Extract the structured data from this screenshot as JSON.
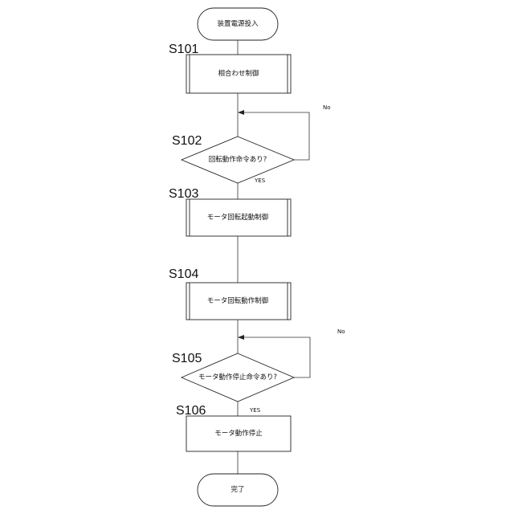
{
  "flowchart": {
    "start": {
      "text": "装置電源投入"
    },
    "s101": {
      "label": "S101",
      "text": "相合わせ制御"
    },
    "s102": {
      "label": "S102",
      "text": "回転動作命令あり?",
      "no": "No",
      "yes": "YES"
    },
    "s103": {
      "label": "S103",
      "text": "モータ回転起動制御"
    },
    "s104": {
      "label": "S104",
      "text": "モータ回転動作制御"
    },
    "s105": {
      "label": "S105",
      "text": "モータ動作停止命令あり?",
      "no": "No",
      "yes": "YES"
    },
    "s106": {
      "label": "S106",
      "text": "モータ動作停止"
    },
    "end": {
      "text": "完了"
    }
  },
  "colors": {
    "stroke": "#222222",
    "background": "#ffffff"
  }
}
